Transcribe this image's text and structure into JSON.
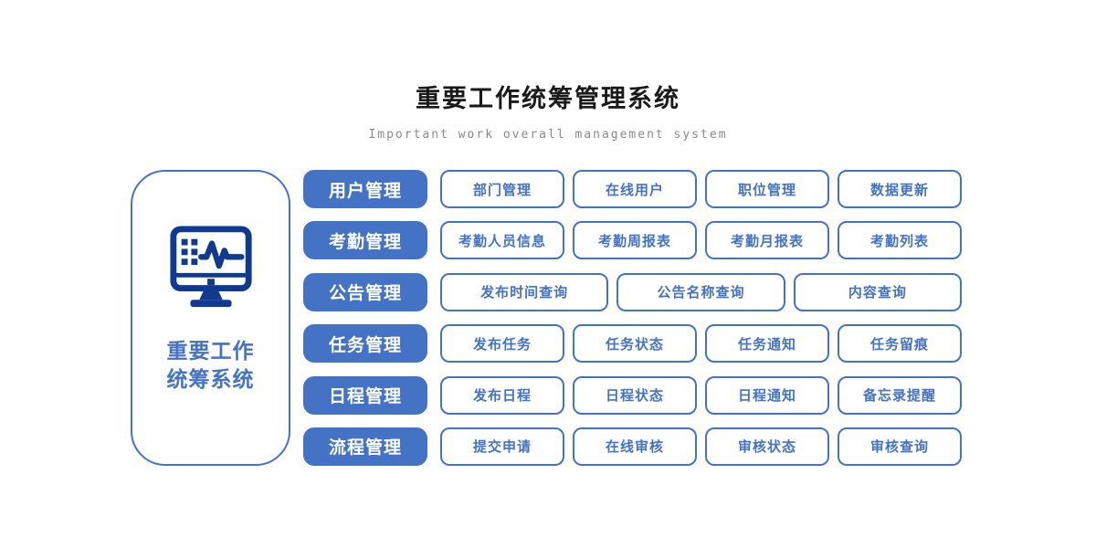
{
  "page": {
    "title": "重要工作统筹管理系统",
    "subtitle": "Important work overall management system"
  },
  "colors": {
    "accent": "#4472C4",
    "icon_dark": "#103A8F",
    "title_text": "#1a1a1a",
    "subtitle_text": "#8a8a8a"
  },
  "side_panel": {
    "icon": "monitor-pulse-icon",
    "label_line1": "重要工作",
    "label_line2": "统筹系统"
  },
  "rows": [
    {
      "category": "用户管理",
      "items": [
        "部门管理",
        "在线用户",
        "职位管理",
        "数据更新"
      ]
    },
    {
      "category": "考勤管理",
      "items": [
        "考勤人员信息",
        "考勤周报表",
        "考勤月报表",
        "考勤列表"
      ]
    },
    {
      "category": "公告管理",
      "items": [
        "发布时间查询",
        "公告名称查询",
        "内容查询"
      ]
    },
    {
      "category": "任务管理",
      "items": [
        "发布任务",
        "任务状态",
        "任务通知",
        "任务留痕"
      ]
    },
    {
      "category": "日程管理",
      "items": [
        "发布日程",
        "日程状态",
        "日程通知",
        "备忘录提醒"
      ]
    },
    {
      "category": "流程管理",
      "items": [
        "提交申请",
        "在线审核",
        "审核状态",
        "审核查询"
      ]
    }
  ]
}
